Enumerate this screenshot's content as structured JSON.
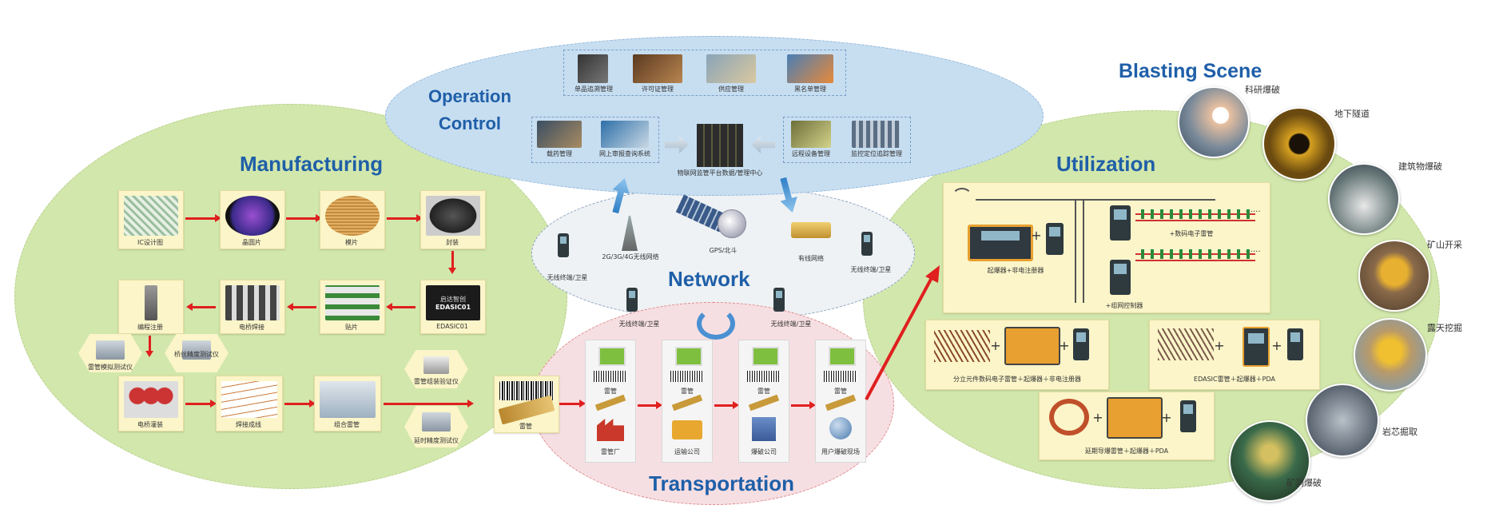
{
  "titles": {
    "operation": "Operation\nControl",
    "manufacturing": "Manufacturing",
    "network": "Network",
    "transportation": "Transportation",
    "utilization": "Utilization",
    "blasting": "Blasting Scene"
  },
  "operation": {
    "top_items": [
      "单品追溯管理",
      "许可证管理",
      "供应管理",
      "黑名单管理"
    ],
    "left_items": [
      "载药管理",
      "网上审报查询系统"
    ],
    "center": "物联网监管平台数据/管理中心",
    "right_items": [
      "远程设备管理",
      "监控定位追踪管理"
    ]
  },
  "manufacturing": {
    "row1": [
      "IC设计图",
      "晶圆片",
      "模片",
      "封装"
    ],
    "row2": [
      "编程注册",
      "电桥焊接",
      "贴片",
      "EDASIC01"
    ],
    "chip_text": "EDASIC01",
    "chip_logo": "启达智创",
    "hex_left": [
      "雷管模拟测试仪",
      "桥丝精度测试仪"
    ],
    "row3": [
      "电桥灌装",
      "焊接成线",
      "组合雷管"
    ],
    "hex_right": [
      "雷管组装验证仪",
      "延时精度测试仪"
    ],
    "final": "雷管"
  },
  "network": {
    "items": [
      "2G/3G/4G无线网络",
      "GPS/北斗",
      "有线网络",
      "无线终端/卫星",
      "无线终端/卫星",
      "无线终端/卫星",
      "无线终端/卫星"
    ]
  },
  "transportation": {
    "stations": [
      {
        "tag": "雷管",
        "label": "雷管厂"
      },
      {
        "tag": "雷管",
        "label": "运输公司"
      },
      {
        "tag": "雷管",
        "label": "爆破公司"
      },
      {
        "tag": "雷管",
        "label": "用户爆破现场"
      }
    ]
  },
  "utilization": {
    "main_labels": [
      "起爆器+非电注册器",
      "+数码电子雷管",
      "+组网控制器"
    ],
    "dots": "......",
    "combo1": "分立元件数码电子雷管＋起爆器＋非电注册器",
    "combo2": "EDASIC雷管＋起爆器＋PDA",
    "combo3": "延期导爆雷管＋起爆器＋PDA",
    "plus": "+"
  },
  "blasting": {
    "scenes": [
      "科研爆破",
      "地下隧道",
      "建筑物爆破",
      "矿山开采",
      "露天挖掘",
      "岩芯掘取",
      "矿洞爆破"
    ]
  },
  "colors": {
    "title_blue": "#1f5fa8",
    "green_ellipse": "#cde4a4",
    "blue_ellipse": "#c7def1",
    "pink_ellipse": "#f6dfe3",
    "arrow_red": "#e01f1f",
    "box_yellow": "#fbf5c9"
  }
}
